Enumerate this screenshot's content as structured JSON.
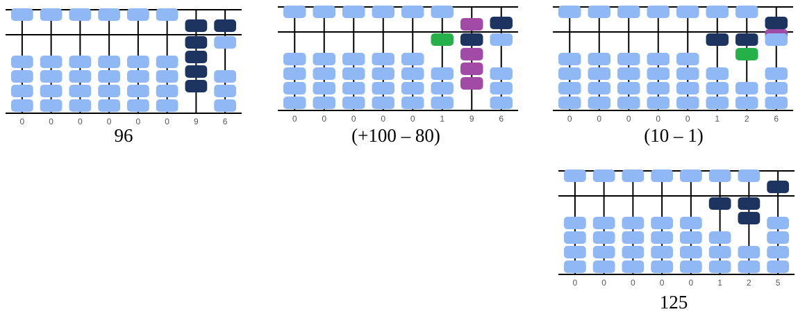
{
  "colors": {
    "light_bead": "#8fb8f4",
    "dark_bead": "#1d3461",
    "purple_bead": "#a24ba6",
    "green_bead": "#26b04a",
    "rod": "#000000",
    "frame": "#000000"
  },
  "abaci": [
    {
      "caption": "96",
      "digits": [
        "0",
        "0",
        "0",
        "0",
        "0",
        "0",
        "9",
        "6"
      ],
      "columns": [
        {
          "upper": "up",
          "lower": [
            "l",
            "l",
            "l",
            "l"
          ]
        },
        {
          "upper": "up",
          "lower": [
            "l",
            "l",
            "l",
            "l"
          ]
        },
        {
          "upper": "up",
          "lower": [
            "l",
            "l",
            "l",
            "l"
          ]
        },
        {
          "upper": "up",
          "lower": [
            "l",
            "l",
            "l",
            "l"
          ]
        },
        {
          "upper": "up",
          "lower": [
            "l",
            "l",
            "l",
            "l"
          ]
        },
        {
          "upper": "up",
          "lower": [
            "l",
            "l",
            "l",
            "l"
          ]
        },
        {
          "upper": "down-dark",
          "lower": [
            "d",
            "d",
            "d",
            "d"
          ],
          "lower_active": 4
        },
        {
          "upper": "down-dark",
          "lower": [
            "l",
            "l",
            "l",
            "l"
          ],
          "lower_active": 1
        }
      ]
    },
    {
      "caption": "(+100 – 80)",
      "digits": [
        "0",
        "0",
        "0",
        "0",
        "0",
        "1",
        "9",
        "6"
      ],
      "columns": [
        {
          "upper": "up",
          "lower": [
            "l",
            "l",
            "l",
            "l"
          ]
        },
        {
          "upper": "up",
          "lower": [
            "l",
            "l",
            "l",
            "l"
          ]
        },
        {
          "upper": "up",
          "lower": [
            "l",
            "l",
            "l",
            "l"
          ]
        },
        {
          "upper": "up",
          "lower": [
            "l",
            "l",
            "l",
            "l"
          ]
        },
        {
          "upper": "up",
          "lower": [
            "l",
            "l",
            "l",
            "l"
          ]
        },
        {
          "upper": "up",
          "lower": [
            "g",
            "l",
            "l",
            "l"
          ],
          "lower_active": 1
        },
        {
          "upper": "up-purple",
          "lower": [
            "d",
            "p",
            "p",
            "p"
          ],
          "lower_active": 4
        },
        {
          "upper": "down-dark",
          "lower": [
            "l",
            "l",
            "l",
            "l"
          ],
          "lower_active": 1
        }
      ]
    },
    {
      "caption": "(10 – 1)",
      "digits": [
        "0",
        "0",
        "0",
        "0",
        "0",
        "1",
        "2",
        "6"
      ],
      "columns": [
        {
          "upper": "up",
          "lower": [
            "l",
            "l",
            "l",
            "l"
          ]
        },
        {
          "upper": "up",
          "lower": [
            "l",
            "l",
            "l",
            "l"
          ]
        },
        {
          "upper": "up",
          "lower": [
            "l",
            "l",
            "l",
            "l"
          ]
        },
        {
          "upper": "up",
          "lower": [
            "l",
            "l",
            "l",
            "l"
          ]
        },
        {
          "upper": "up",
          "lower": [
            "l",
            "l",
            "l",
            "l"
          ]
        },
        {
          "upper": "up",
          "lower": [
            "d",
            "l",
            "l",
            "l"
          ],
          "lower_active": 1
        },
        {
          "upper": "up",
          "lower": [
            "d",
            "g",
            "l",
            "l"
          ],
          "lower_active": 2
        },
        {
          "upper": "down-purple",
          "lower": [
            "l",
            "l",
            "l",
            "l"
          ],
          "lower_active": 1,
          "upper_resting_dark": true
        }
      ]
    },
    {
      "caption": "125",
      "digits": [
        "0",
        "0",
        "0",
        "0",
        "0",
        "1",
        "2",
        "5"
      ],
      "columns": [
        {
          "upper": "up",
          "lower": [
            "l",
            "l",
            "l",
            "l"
          ]
        },
        {
          "upper": "up",
          "lower": [
            "l",
            "l",
            "l",
            "l"
          ]
        },
        {
          "upper": "up",
          "lower": [
            "l",
            "l",
            "l",
            "l"
          ]
        },
        {
          "upper": "up",
          "lower": [
            "l",
            "l",
            "l",
            "l"
          ]
        },
        {
          "upper": "up",
          "lower": [
            "l",
            "l",
            "l",
            "l"
          ]
        },
        {
          "upper": "up",
          "lower": [
            "d",
            "l",
            "l",
            "l"
          ],
          "lower_active": 1
        },
        {
          "upper": "up",
          "lower": [
            "d",
            "d",
            "l",
            "l"
          ],
          "lower_active": 2
        },
        {
          "upper": "down-dark",
          "lower": [
            "l",
            "l",
            "l",
            "l"
          ]
        }
      ]
    }
  ]
}
